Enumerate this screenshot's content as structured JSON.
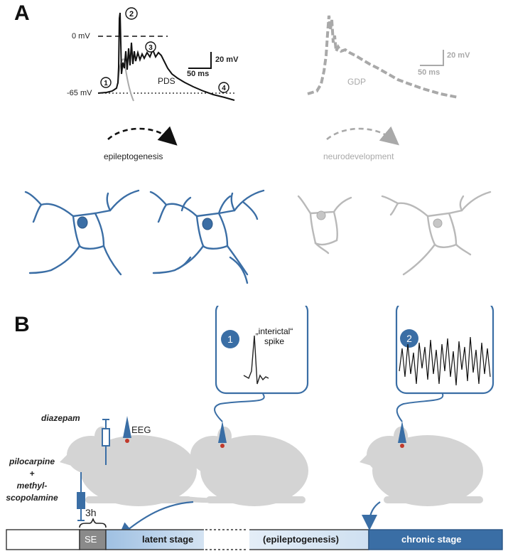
{
  "panel_a": {
    "letter": "A",
    "zero_mv": "0 mV",
    "rest_mv": "-65 mV",
    "pds_label": "PDS",
    "gdp_label": "GDP",
    "scale_y_black": "20 mV",
    "scale_x_black": "50 ms",
    "scale_y_gray": "20 mV",
    "scale_x_gray": "50 ms",
    "markers": [
      "1",
      "2",
      "3",
      "4"
    ],
    "arrow_left_label": "epileptogenesis",
    "arrow_right_label": "neurodevelopment",
    "colors": {
      "neuron_blue": "#3b6ea5",
      "neuron_gray": "#b9b9b9",
      "trace_black": "#111111",
      "trace_gray": "#a9a9a9"
    }
  },
  "panel_b": {
    "letter": "B",
    "drug_diazepam": "diazepam",
    "drug_pilocarpine": "pilocarpine",
    "drug_plus": "+",
    "drug_methyl": "methyl-",
    "drug_scopolamine": "scopolamine",
    "eeg_label": "EEG",
    "duration_label": "3h",
    "inset1": {
      "number": "1",
      "text_line1": "„interictal“",
      "text_line2": "spike"
    },
    "inset2": {
      "number": "2"
    },
    "timeline": {
      "se": "SE",
      "latent": "latent stage",
      "epileptogenesis": "(epileptogenesis)",
      "chronic": "chronic stage"
    },
    "colors": {
      "accent": "#3a6ea5",
      "rat_gray": "#d4d4d4",
      "se_gray": "#8a8a8a",
      "latent_light": "#cfe0f1"
    }
  }
}
